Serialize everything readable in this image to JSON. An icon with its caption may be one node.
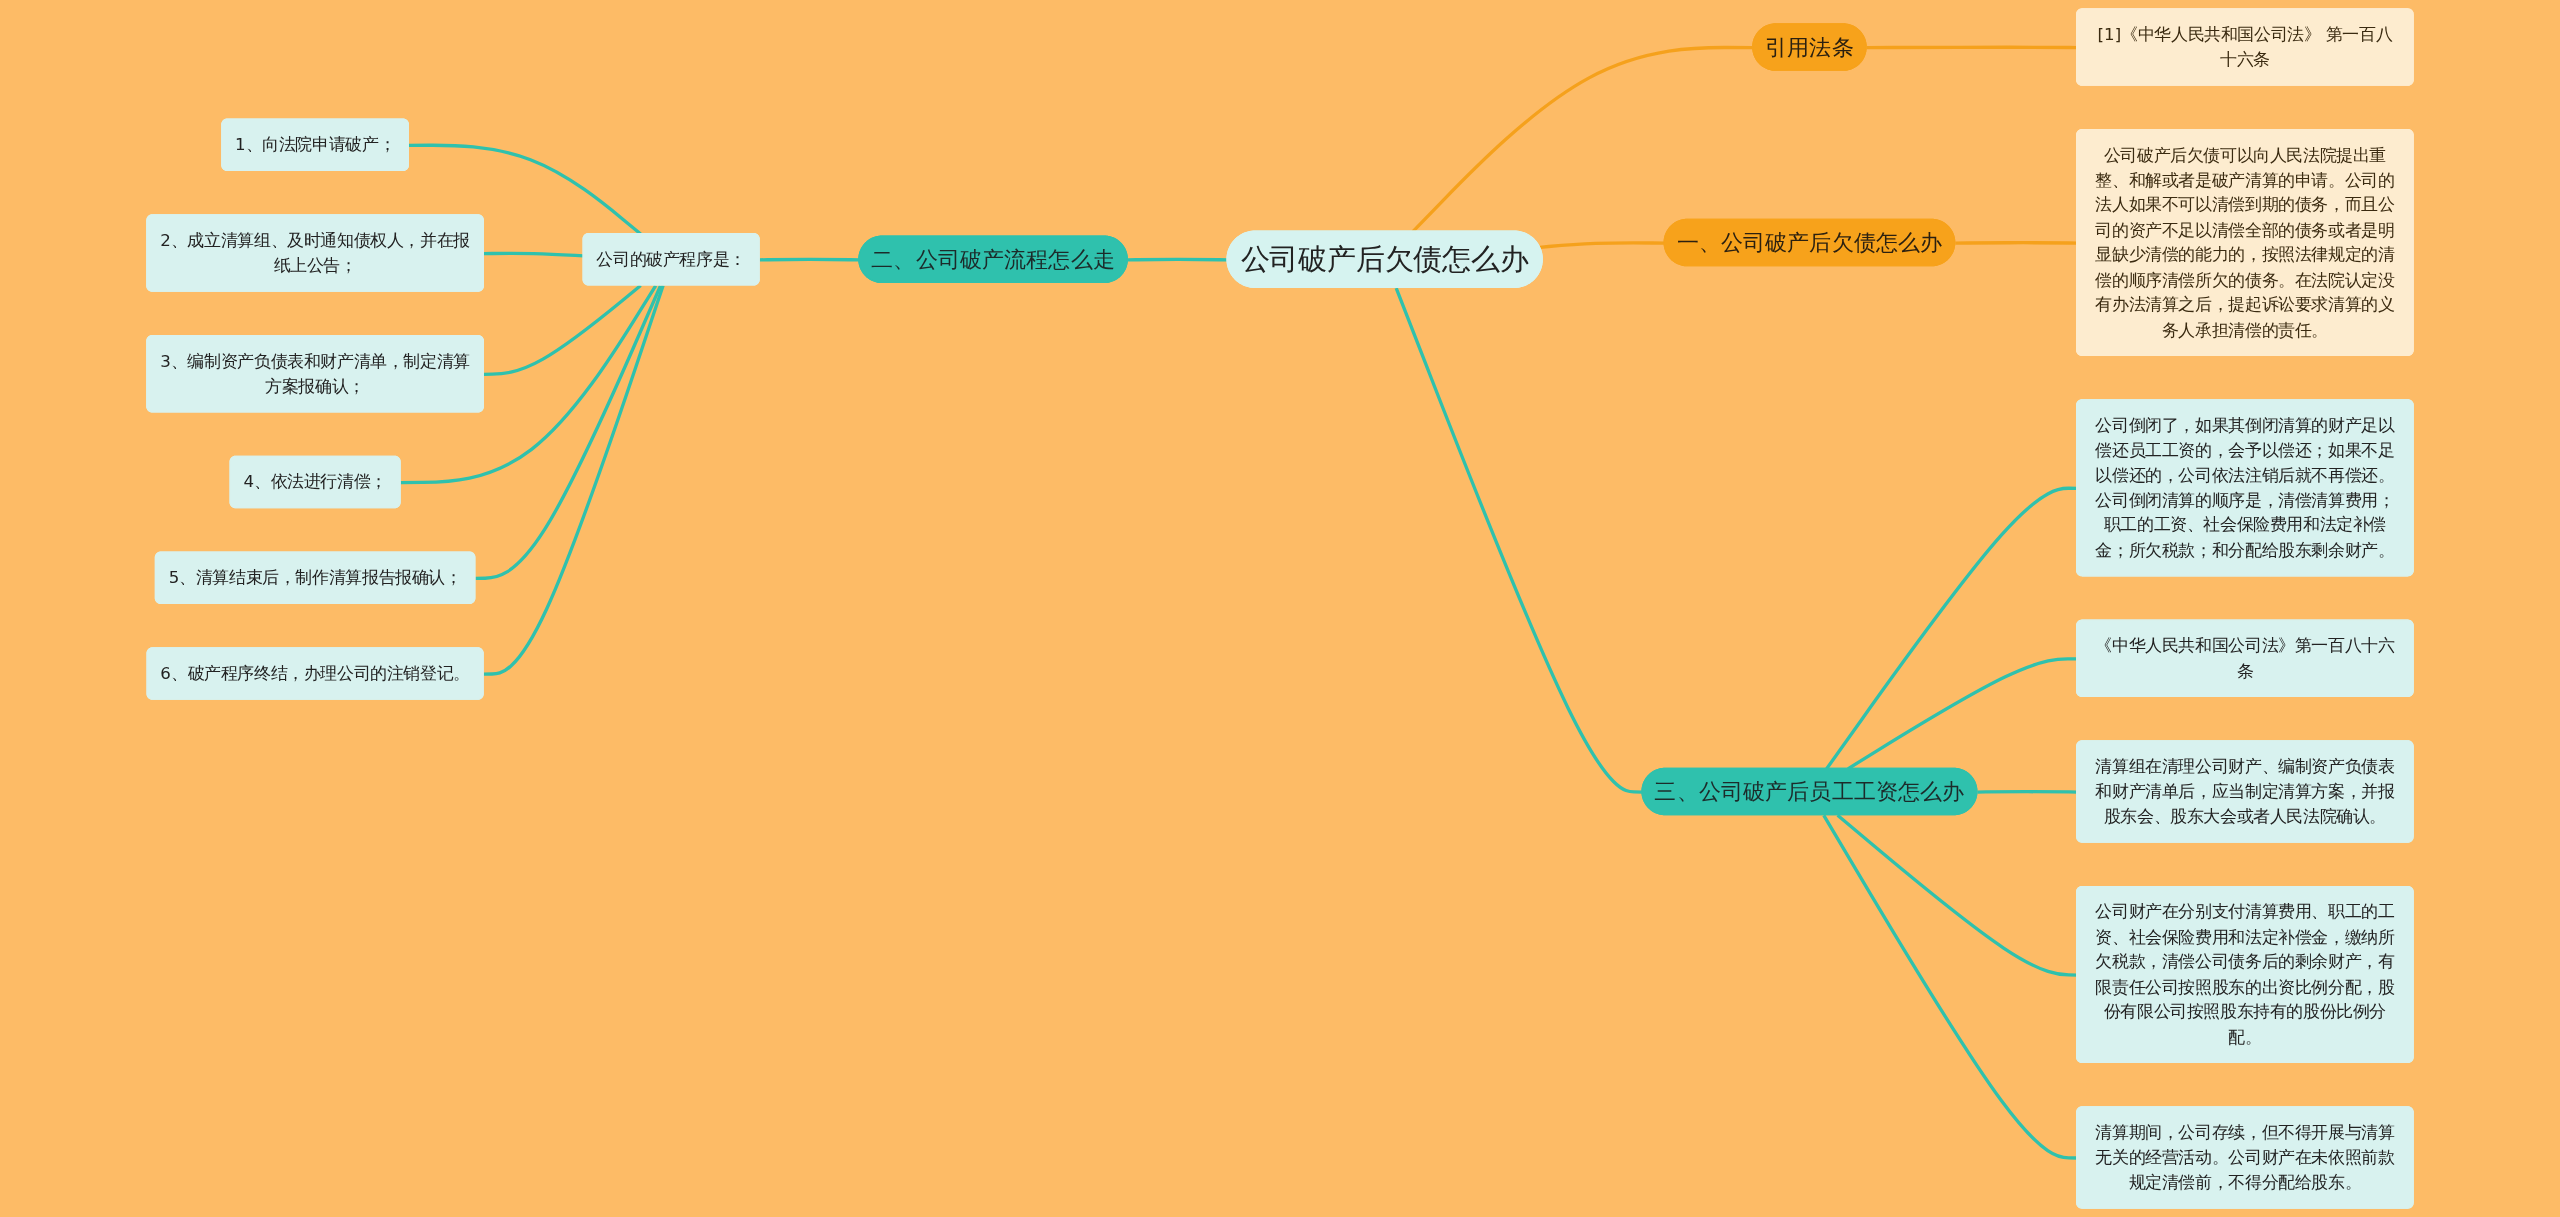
{
  "diagram": {
    "nodes": [
      {
        "text": [
          "公司破产后欠债怎么办"
        ]
      },
      {
        "text": [
          "二、公司破产流程怎么走"
        ]
      },
      {
        "text": [
          "公司的破产程序是："
        ]
      },
      {
        "text": [
          "1、向法院申请破产；"
        ]
      },
      {
        "text": [
          "2、成立清算组、及时通知债权人，并在报纸上公告；"
        ]
      },
      {
        "text": [
          "3、编制资产负债表和财产清单，制定清算方案报确认；"
        ]
      },
      {
        "text": [
          "4、依法进行清偿；"
        ]
      },
      {
        "text": [
          "5、清算结束后，制作清算报告报确认；"
        ]
      },
      {
        "text": [
          "6、破产程序终结，办理公司的注销登记。"
        ]
      },
      {
        "text": [
          "引用法条"
        ]
      },
      {
        "text": [
          "[1]《中华人民共和国公司法》 第一百八十六条"
        ]
      },
      {
        "text": [
          "一、公司破产后欠债怎么办"
        ]
      },
      {
        "text": [
          "公司破产后欠债可以向人民法院提出重整、和解或者是破产清算的申请。公司的法人如果不可以清偿到期的债务，而且公司的资产不足以清偿全部的债务或者是明显缺少清偿的能力的，按照法律规定的清偿的顺序清偿所欠的债务。在法院认定没有办法清算之后，提起诉讼要求清算的义务人承担清偿的责任。"
        ]
      },
      {
        "text": [
          "三、公司破产后员工工资怎么办"
        ]
      },
      {
        "text": [
          "公司倒闭了，如果其倒闭清算的财产足以偿还员工工资的，会予以偿还；如果不足以偿还的，公司依法注销后就不再偿还。公司倒闭清算的顺序是，清偿清算费用；职工的工资、社会保险费用和法定补偿金；所欠税款；和分配给股东剩余财产。"
        ]
      },
      {
        "text": [
          "《中华人民共和国公司法》第一百八十六条"
        ]
      },
      {
        "text": [
          "清算组在清理公司财产、编制资产负债表和财产清单后，应当制定清算方案，并报股东会、股东大会或者人民法院确认。"
        ]
      },
      {
        "text": [
          "公司财产在分别支付清算费用、职工的工资、社会保险费用和法定补偿金，缴纳所欠税款，清偿公司债务后的剩余财产，有限责任公司按照股东的出资比例分配，股份有限公司按照股东持有的股份比例分配。"
        ]
      },
      {
        "text": [
          "清算期间，公司存续，但不得开展与清算无关的经营活动。公司财产在未依照前款规定清偿前，不得分配给股东。"
        ]
      }
    ],
    "edges": [
      {
        "from": 1,
        "to": 0,
        "arrow": "none"
      },
      {
        "from": 2,
        "to": 1,
        "arrow": "none"
      },
      {
        "from": 3,
        "to": 2,
        "arrow": "none"
      },
      {
        "from": 4,
        "to": 2,
        "arrow": "none"
      },
      {
        "from": 5,
        "to": 2,
        "arrow": "none"
      },
      {
        "from": 6,
        "to": 2,
        "arrow": "none"
      },
      {
        "from": 7,
        "to": 2,
        "arrow": "none"
      },
      {
        "from": 8,
        "to": 2,
        "arrow": "none"
      },
      {
        "from": 0,
        "to": 9,
        "arrow": "none",
        "color": "#f5a11c"
      },
      {
        "from": 9,
        "to": 10,
        "arrow": "none",
        "color": "#f5a11c"
      },
      {
        "from": 0,
        "to": 11,
        "arrow": "none",
        "color": "#f5a11c"
      },
      {
        "from": 11,
        "to": 12,
        "arrow": "none",
        "color": "#f5a11c"
      },
      {
        "from": 0,
        "to": 13,
        "arrow": "none"
      },
      {
        "from": 13,
        "to": 14,
        "arrow": "none"
      },
      {
        "from": 13,
        "to": 15,
        "arrow": "none"
      },
      {
        "from": 13,
        "to": 16,
        "arrow": "none"
      },
      {
        "from": 13,
        "to": 17,
        "arrow": "none"
      },
      {
        "from": 13,
        "to": 18,
        "arrow": "none"
      }
    ]
  }
}
